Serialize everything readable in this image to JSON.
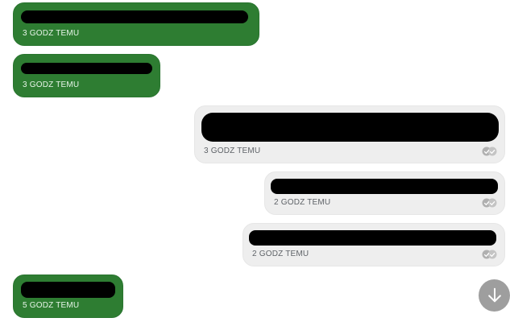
{
  "messages": [
    {
      "direction": "incoming",
      "timestamp": "3 GODZ TEMU",
      "text": ""
    },
    {
      "direction": "incoming",
      "timestamp": "3 GODZ TEMU",
      "text": ""
    },
    {
      "direction": "outgoing",
      "timestamp": "3 GODZ TEMU",
      "text": "",
      "read_icon": "double-check-icon"
    },
    {
      "direction": "outgoing",
      "timestamp": "2 GODZ TEMU",
      "text": "",
      "read_icon": "double-check-icon"
    },
    {
      "direction": "outgoing",
      "timestamp": "2 GODZ TEMU",
      "text": "",
      "read_icon": "double-check-icon"
    },
    {
      "direction": "incoming",
      "timestamp": "5 GODZ TEMU",
      "text": ""
    }
  ],
  "scroll_button": {
    "icon": "arrow-down-icon"
  },
  "colors": {
    "incoming_bubble": "#2e7d32",
    "outgoing_bubble": "#eeeeee",
    "fab": "#9e9e9e"
  }
}
